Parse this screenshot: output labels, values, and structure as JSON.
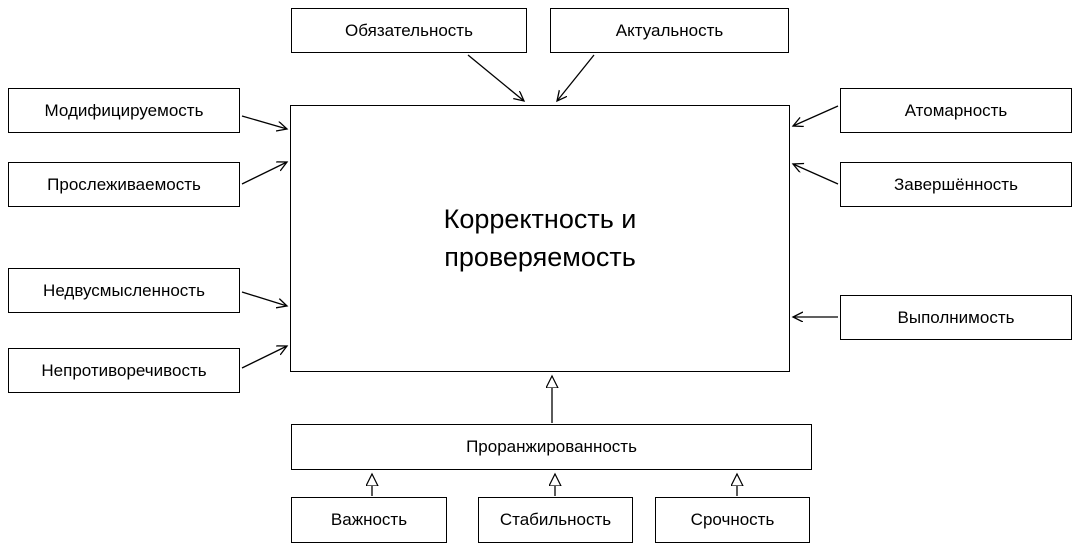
{
  "diagram": {
    "center": {
      "label": "Корректность и проверяемость"
    },
    "top_boxes": [
      {
        "label": "Обязательность"
      },
      {
        "label": "Актуальность"
      }
    ],
    "left_boxes": [
      {
        "label": "Модифицируемость"
      },
      {
        "label": "Прослеживаемость"
      },
      {
        "label": "Недвусмысленность"
      },
      {
        "label": "Непротиворечивость"
      }
    ],
    "right_boxes": [
      {
        "label": "Атомарность"
      },
      {
        "label": "Завершённость"
      },
      {
        "label": "Выполнимость"
      }
    ],
    "bottom_box": {
      "label": "Проранжированность"
    },
    "bottom_sub_boxes": [
      {
        "label": "Важность"
      },
      {
        "label": "Стабильность"
      },
      {
        "label": "Срочность"
      }
    ],
    "colors": {
      "line": "#000000",
      "box_background": "#ffffff"
    }
  }
}
